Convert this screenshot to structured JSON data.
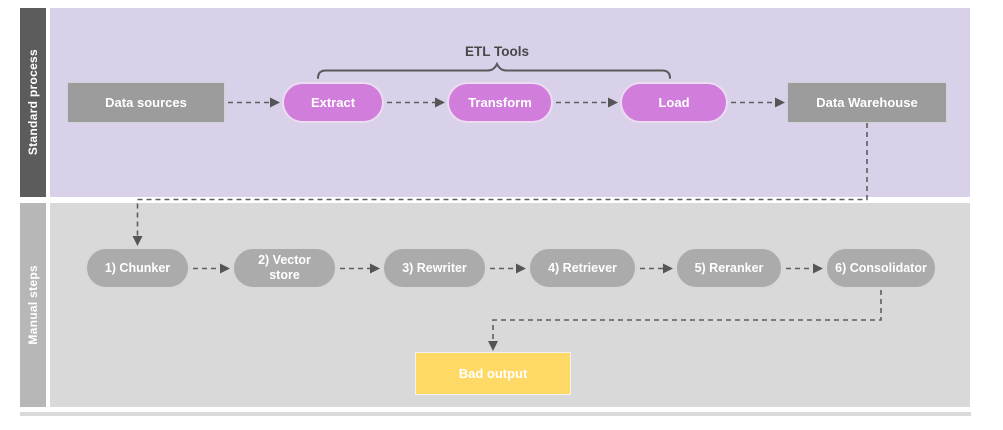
{
  "diagram": {
    "lanes": [
      {
        "label": "Standard process",
        "bar_color": "#5c5c5c",
        "bg_color": "#d8d1e9"
      },
      {
        "label": "Manual steps",
        "bar_color": "#b7b7b7",
        "bg_color": "#d9d9d9"
      }
    ],
    "group_label": "ETL Tools",
    "nodes": {
      "data_sources": {
        "label": "Data sources",
        "shape": "rectangle",
        "color": "#9c9c9c"
      },
      "extract": {
        "label": "Extract",
        "shape": "pill",
        "color": "#d07ddb"
      },
      "transform": {
        "label": "Transform",
        "shape": "pill",
        "color": "#d07ddb"
      },
      "load": {
        "label": "Load",
        "shape": "pill",
        "color": "#d07ddb"
      },
      "data_warehouse": {
        "label": "Data Warehouse",
        "shape": "rectangle",
        "color": "#9c9c9c"
      },
      "chunker": {
        "label": "1) Chunker",
        "shape": "pill",
        "color": "#ababab"
      },
      "vector_store": {
        "label": "2) Vector store",
        "shape": "pill",
        "color": "#ababab"
      },
      "rewriter": {
        "label": "3) Rewriter",
        "shape": "pill",
        "color": "#ababab"
      },
      "retriever": {
        "label": "4) Retriever",
        "shape": "pill",
        "color": "#ababab"
      },
      "reranker": {
        "label": "5) Reranker",
        "shape": "pill",
        "color": "#ababab"
      },
      "consolidator": {
        "label": "6) Consolidator",
        "shape": "pill",
        "color": "#ababab"
      },
      "bad_output": {
        "label": "Bad output",
        "shape": "rectangle",
        "color": "#ffd966"
      }
    },
    "edges": [
      {
        "from": "data_sources",
        "to": "extract",
        "style": "dashed-arrow"
      },
      {
        "from": "extract",
        "to": "transform",
        "style": "dashed-arrow"
      },
      {
        "from": "transform",
        "to": "load",
        "style": "dashed-arrow"
      },
      {
        "from": "load",
        "to": "data_warehouse",
        "style": "dashed-arrow"
      },
      {
        "from": "data_warehouse",
        "to": "chunker",
        "style": "dashed-arrow"
      },
      {
        "from": "chunker",
        "to": "vector_store",
        "style": "dashed-arrow"
      },
      {
        "from": "vector_store",
        "to": "rewriter",
        "style": "dashed-arrow"
      },
      {
        "from": "rewriter",
        "to": "retriever",
        "style": "dashed-arrow"
      },
      {
        "from": "retriever",
        "to": "reranker",
        "style": "dashed-arrow"
      },
      {
        "from": "reranker",
        "to": "consolidator",
        "style": "dashed-arrow"
      },
      {
        "from": "consolidator",
        "to": "bad_output",
        "style": "dashed-arrow"
      }
    ],
    "group_brackets": [
      {
        "label": "ETL Tools",
        "spans": [
          "extract",
          "transform",
          "load"
        ]
      }
    ],
    "connector_color": "#5e5e5e"
  }
}
